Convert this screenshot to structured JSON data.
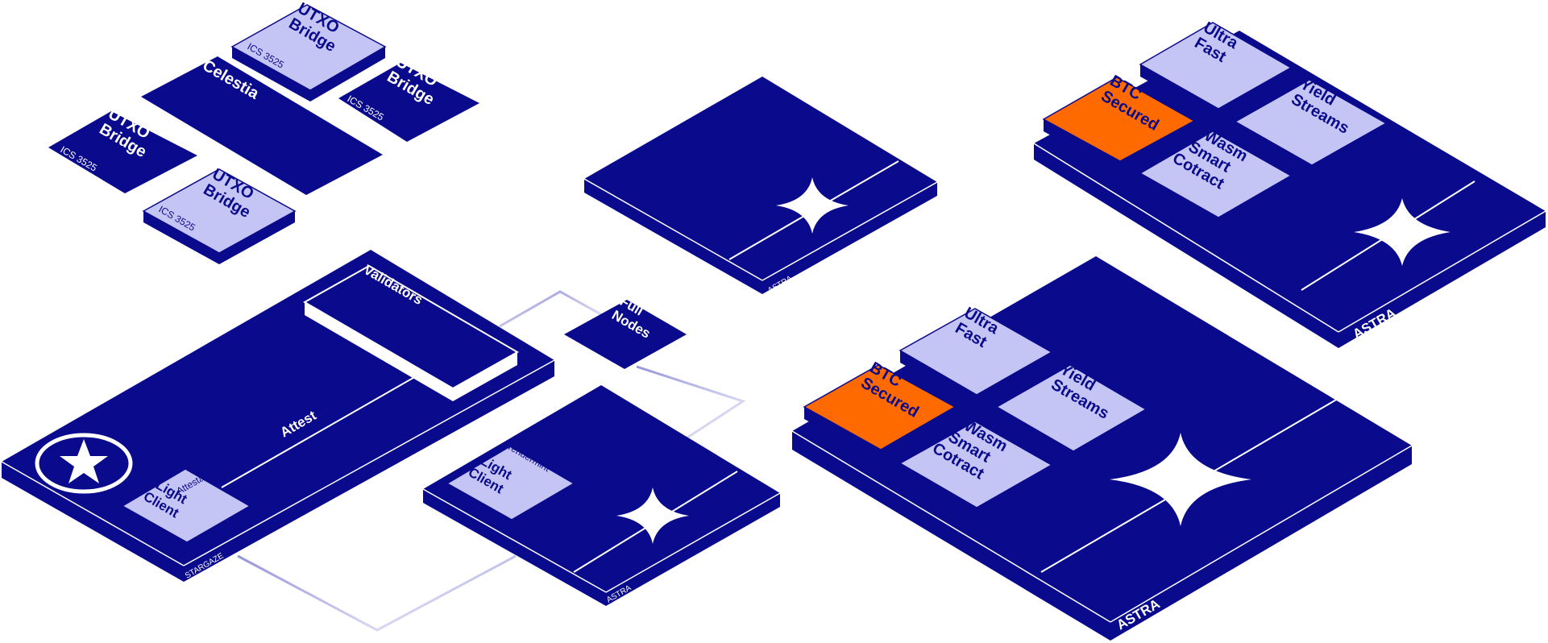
{
  "colors": {
    "navy": "#0a0a8c",
    "lavender": "#c5c5f5",
    "orange": "#ff6a00",
    "white": "#ffffff",
    "connector": "#8a8ad8"
  },
  "labels": {
    "utxo_bridge_line1": "UTXO",
    "utxo_bridge_line2": "Bridge",
    "ics": "ICS 3525",
    "celestia": "Celestia",
    "validators": "Validators",
    "full_nodes_line1": "Full",
    "full_nodes_line2": "Nodes",
    "attest": "Attest",
    "attestation": "Attestation",
    "light_client_line1": "Light",
    "light_client_line2": "Client",
    "tendermint": "Tendermint",
    "stargaze": "STARGAZE",
    "astra": "ASTRA",
    "ultra_line1": "Ultra",
    "ultra_line2": "Fast",
    "btc_line1": "BTC",
    "btc_line2": "Secured",
    "yield_line1": "Yield",
    "yield_line2": "Streams",
    "wasm_line1": "Wasm",
    "wasm_line2": "Smart",
    "wasm_line3": "Cotract"
  }
}
